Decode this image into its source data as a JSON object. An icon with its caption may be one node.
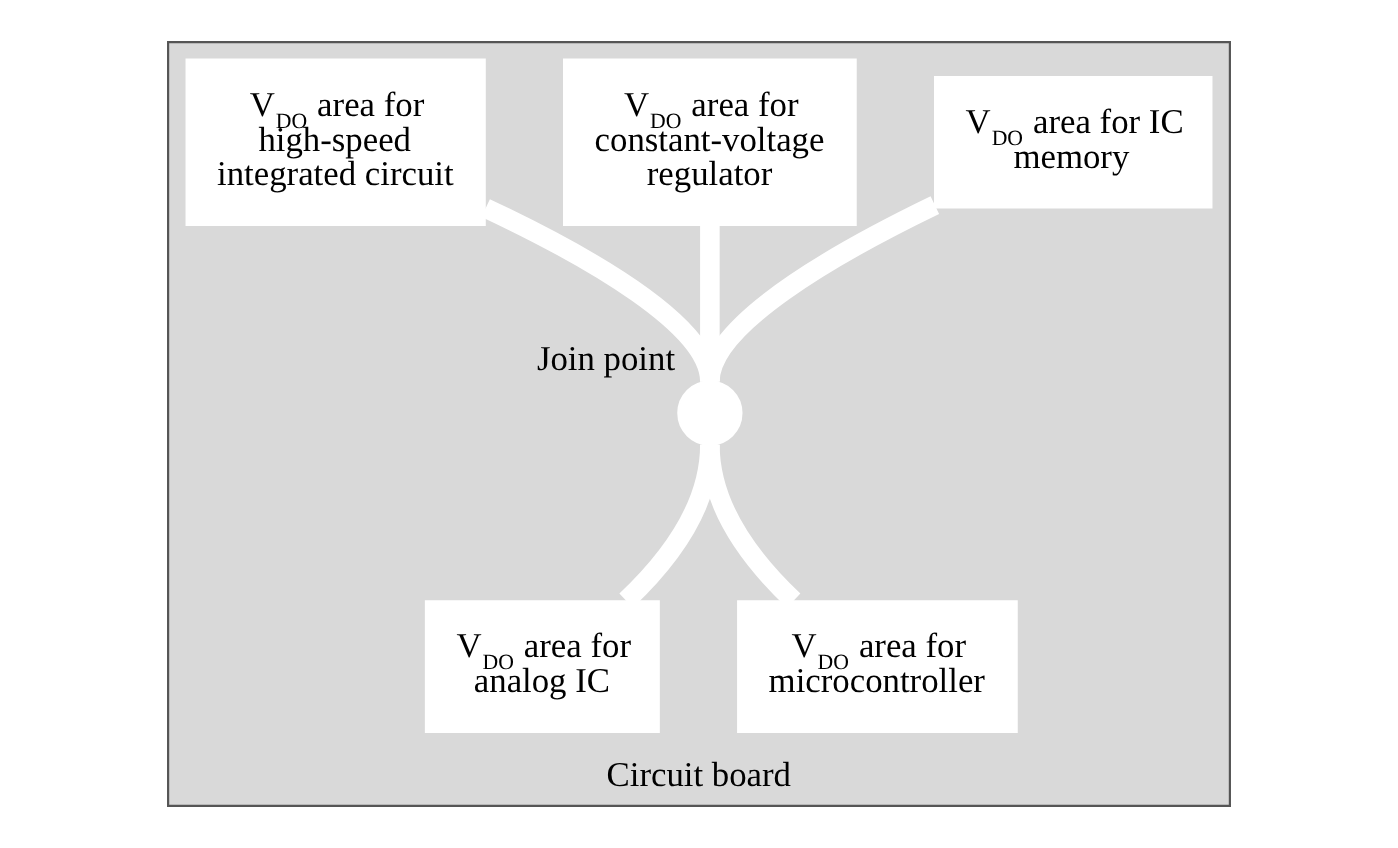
{
  "diagram": {
    "nodes": [
      {
        "text": [
          "Circuit board"
        ]
      },
      {
        "text": [
          "V$_{DO}$ area for high-speed integrated circuit"
        ],
        "in": 0
      },
      {
        "text": [
          "V$_{DO}$ area for constant-voltage regulator"
        ],
        "in": 0
      },
      {
        "text": [
          "V$_{DO}$ area for IC memory"
        ],
        "in": 0
      },
      {
        "text": [],
        "shape": "circle",
        "beside": [
          "Join point"
        ],
        "in": 0
      },
      {
        "text": [
          "V$_{DO}$ area for analog IC"
        ],
        "in": 0
      },
      {
        "text": [
          "V$_{DO}$ area for microcontroller"
        ],
        "in": 0
      }
    ],
    "edges": [
      {
        "from": 4,
        "to": 1,
        "arrow": "none"
      },
      {
        "from": 4,
        "to": 2,
        "arrow": "none"
      },
      {
        "from": 4,
        "to": 3,
        "arrow": "none"
      },
      {
        "from": 4,
        "to": 5,
        "arrow": "none"
      },
      {
        "from": 4,
        "to": 6,
        "arrow": "none"
      }
    ]
  }
}
